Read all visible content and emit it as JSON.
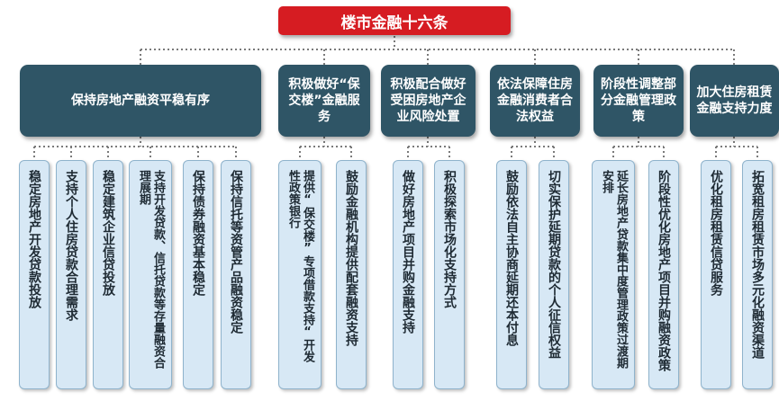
{
  "root": "楼市金融十六条",
  "categories": [
    {
      "label": "保持房地产融资平稳有序",
      "items": [
        "稳定房地产开发贷款投放",
        "支持个人住房贷款合理需求",
        "稳定建筑企业信贷投放",
        "支持开发贷款、信托贷款等存量融资合理展期",
        "保持债券融资基本稳定",
        "保持信托等资管产品融资稳定"
      ]
    },
    {
      "label": "积极做好“保交楼”金融服务",
      "items": [
        "提供“保交楼”专项借款支持“开发性政策银行",
        "鼓励金融机构提供配套融资支持"
      ]
    },
    {
      "label": "积极配合做好受困房地产企业风险处置",
      "items": [
        "做好房地产项目并购金融支持",
        "积极探索市场化支持方式"
      ]
    },
    {
      "label": "依法保障住房金融消费者合法权益",
      "items": [
        "鼓励依法自主协商延期还本付息",
        "切实保护延期贷款的个人征信权益"
      ]
    },
    {
      "label": "阶段性调整部分金融管理政策",
      "items": [
        "延长房地产贷款集中度管理政策过渡期安排",
        "阶段性优化房地产项目并购融资政策"
      ]
    },
    {
      "label": "加大住房租赁金融支持力度",
      "items": [
        "优化租房租赁信贷服务",
        "拓宽租房租赁市场多元化融资渠道"
      ]
    }
  ],
  "colors": {
    "root": "#d61c22",
    "category": "#2f5566",
    "leaf": "#d7e8f5",
    "connector": "#7a7a7a"
  }
}
